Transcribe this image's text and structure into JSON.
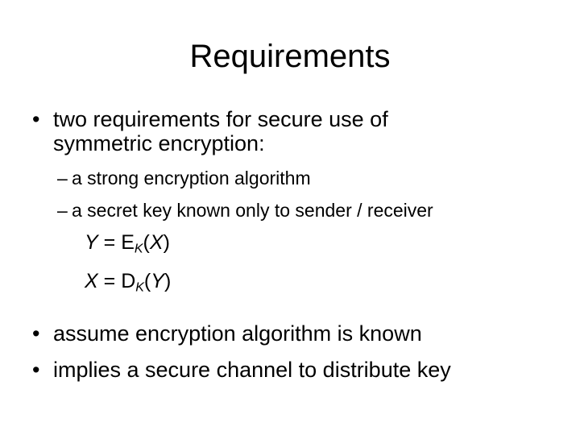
{
  "slide": {
    "title": "Requirements",
    "bullet_marker": "•",
    "dash_marker": "–",
    "bullets": [
      {
        "level": 1,
        "lines": [
          "two requirements for secure use of",
          "symmetric encryption:"
        ]
      },
      {
        "level": 2,
        "text": "a strong encryption algorithm"
      },
      {
        "level": 2,
        "text": "a secret key known only to sender / receiver"
      },
      {
        "level": 1,
        "text": "assume encryption algorithm is known"
      },
      {
        "level": 1,
        "text": "implies a secure channel to distribute key"
      }
    ],
    "formulas": [
      {
        "lhs": "Y",
        "equals": " = ",
        "fn": "E",
        "subscript": "K",
        "open": "(",
        "arg": "X",
        "close": ")"
      },
      {
        "lhs": "X",
        "equals": " = ",
        "fn": "D",
        "subscript": "K",
        "open": "(",
        "arg": "Y",
        "close": ")"
      }
    ]
  },
  "colors": {
    "background": "#ffffff",
    "text": "#000000"
  }
}
